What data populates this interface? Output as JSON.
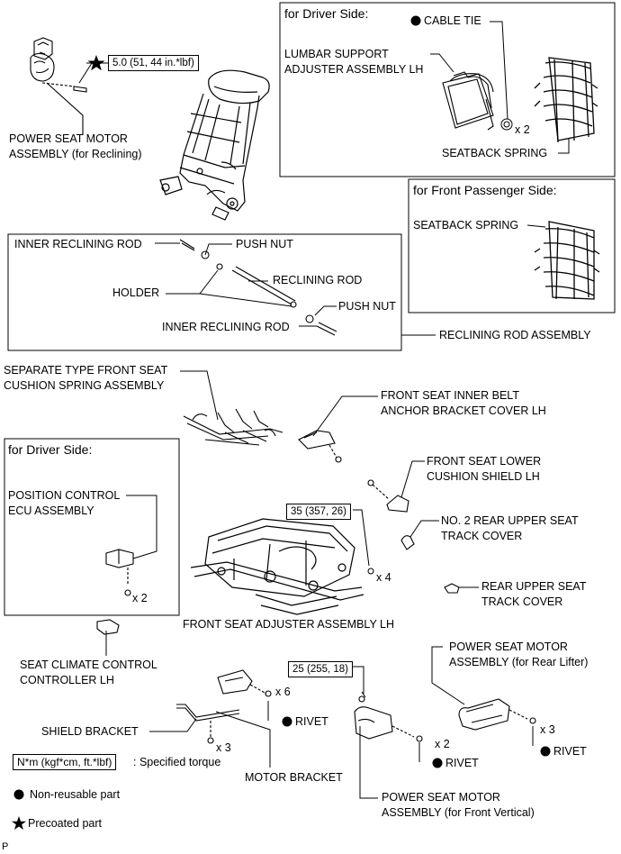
{
  "labels": {
    "recline_motor_line1": "POWER SEAT MOTOR",
    "recline_motor_line2": "ASSEMBLY (for Reclining)",
    "torque_5": "5.0 (51, 44 in.*lbf)",
    "driver_side_top": "for Driver Side:",
    "cable_tie": "CABLE TIE",
    "lumbar_line1": "LUMBAR SUPPORT",
    "lumbar_line2": "ADJUSTER ASSEMBLY LH",
    "x2_lumbar": "x 2",
    "seatback_spring_driver": "SEATBACK SPRING",
    "passenger_side": "for Front Passenger Side:",
    "seatback_spring_passenger": "SEATBACK SPRING",
    "inner_reclining_rod_1": "INNER RECLINING ROD",
    "push_nut_1": "PUSH NUT",
    "reclining_rod": "RECLINING ROD",
    "holder": "HOLDER",
    "push_nut_2": "PUSH NUT",
    "inner_reclining_rod_2": "INNER RECLINING ROD",
    "reclining_rod_assembly": "RECLINING ROD ASSEMBLY",
    "spring_line1": "SEPARATE TYPE FRONT SEAT",
    "spring_line2": "CUSHION SPRING ASSEMBLY",
    "belt_cover_line1": "FRONT SEAT INNER BELT",
    "belt_cover_line2": "ANCHOR BRACKET COVER LH",
    "driver_side_mid": "for Driver Side:",
    "ecu_line1": "POSITION CONTROL",
    "ecu_line2": "ECU ASSEMBLY",
    "x2_ecu": "x 2",
    "lower_shield_line1": "FRONT SEAT LOWER",
    "lower_shield_line2": "CUSHION SHIELD LH",
    "torque_35": "35 (357, 26)",
    "x4": "x 4",
    "no2_cover_line1": "NO. 2 REAR UPPER SEAT",
    "no2_cover_line2": "TRACK COVER",
    "rear_cover_line1": "REAR UPPER SEAT",
    "rear_cover_line2": "TRACK COVER",
    "adjuster_assembly": "FRONT SEAT ADJUSTER ASSEMBLY LH",
    "climate_line1": "SEAT CLIMATE CONTROL",
    "climate_line2": "CONTROLLER LH",
    "torque_25": "25 (255, 18)",
    "rear_lifter_line1": "POWER SEAT MOTOR",
    "rear_lifter_line2": "ASSEMBLY (for Rear Lifter)",
    "x6": "x 6",
    "rivet_1": "RIVET",
    "shield_bracket": "SHIELD BRACKET",
    "x2_front": "x 2",
    "x3_rear": "x 3",
    "rivet_2": "RIVET",
    "rivet_3": "RIVET",
    "x3_bracket": "x 3",
    "legend_torque_box": "N*m (kgf*cm, ft.*lbf)",
    "legend_torque_text": ": Specified torque",
    "motor_bracket": "MOTOR BRACKET",
    "legend_nonreusable": "Non-reusable part",
    "front_vertical_line1": "POWER SEAT MOTOR",
    "front_vertical_line2": "ASSEMBLY (for Front Vertical)",
    "legend_precoated": "Precoated part",
    "corner_mark": "P"
  },
  "icons": {
    "nonreusable": "filled-circle-icon",
    "precoated": "star-icon"
  },
  "colors": {
    "ink": "#000000",
    "background": "#ffffff"
  }
}
